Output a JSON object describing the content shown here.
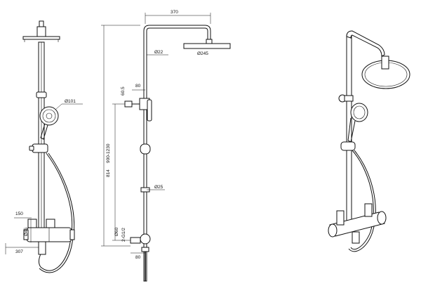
{
  "dimensions": {
    "overhead_reach": "370",
    "riser_diameter": "Ø22",
    "head_diameter": "Ø245",
    "height_range": "900-1230",
    "bracket_offset": "80",
    "bracket_height": "60.5",
    "slide_length": "814",
    "lower_pipe_diameter": "Ø25",
    "connector_diameter": "Ø60",
    "thread": "2-G1/2",
    "bottom_offset": "80",
    "handshower_diameter": "Ø101",
    "inlet_spacing": "150",
    "mixer_body_diameter": "Ø45",
    "mixer_width": "307"
  }
}
